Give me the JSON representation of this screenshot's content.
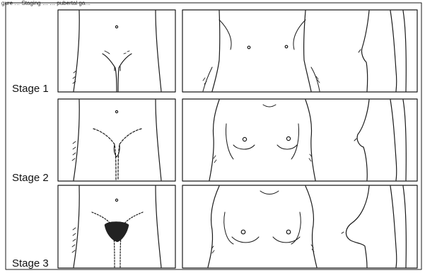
{
  "caption": "gure … Staging … …  pubertal ga…",
  "stages": [
    {
      "label": "Stage 1"
    },
    {
      "label": "Stage 2"
    },
    {
      "label": "Stage 3"
    }
  ]
}
